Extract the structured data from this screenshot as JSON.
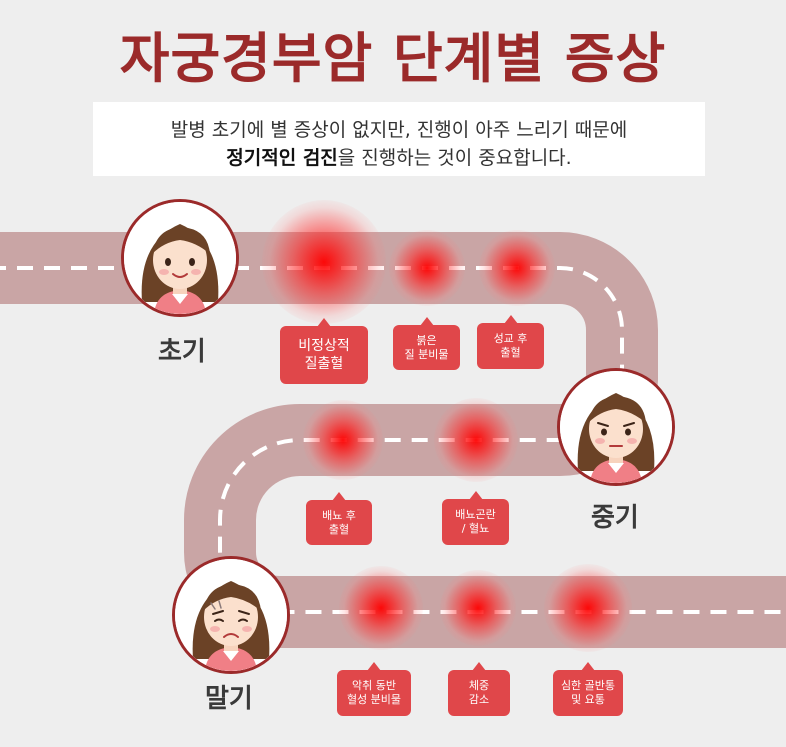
{
  "title": "자궁경부암 단계별 증상",
  "subtitle": {
    "line1": "발병 초기에 별 증상이 없지만, 진행이 아주 느리기 때문에",
    "line2_bold": "정기적인 검진",
    "line2_rest": "을 진행하는 것이 중요합니다."
  },
  "stages": [
    {
      "label": "초기",
      "expression": "smile"
    },
    {
      "label": "중기",
      "expression": "worried"
    },
    {
      "label": "말기",
      "expression": "sad"
    }
  ],
  "symptoms": {
    "early": [
      {
        "line1": "비정상적",
        "line2": "질출혈"
      },
      {
        "line1": "붉은",
        "line2": "질 분비물"
      },
      {
        "line1": "성교 후",
        "line2": "출혈"
      }
    ],
    "middle": [
      {
        "line1": "배뇨 후",
        "line2": "출혈"
      },
      {
        "line1": "배뇨곤란",
        "line2": "/ 혈뇨"
      }
    ],
    "late": [
      {
        "line1": "악취 동반",
        "line2": "혈성 분비물"
      },
      {
        "line1": "체중",
        "line2": "감소"
      },
      {
        "line1": "심한 골반통",
        "line2": "및 요통"
      }
    ]
  },
  "colors": {
    "title": "#9b2a2a",
    "road": "#c9a5a5",
    "road_dash": "#ffffff",
    "tag": "#e0474a",
    "glow": "#ff1a1a",
    "background": "#eeeeee"
  }
}
